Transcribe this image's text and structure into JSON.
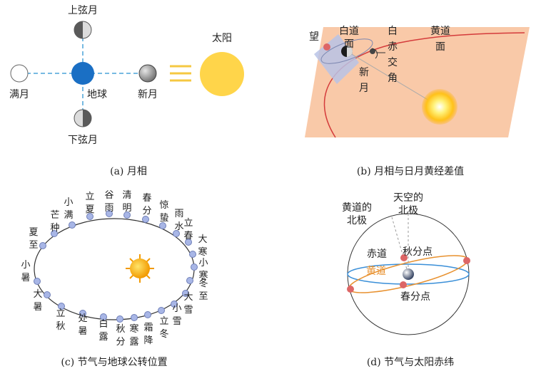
{
  "panels": {
    "a": {
      "caption": "(a) 月相",
      "sun": "太阳",
      "earth": "地球",
      "first_quarter": "上弦月",
      "last_quarter": "下弦月",
      "full_moon": "满月",
      "new_moon": "新月"
    },
    "b": {
      "caption": "(b) 月相与日月黄经差值",
      "wang": "望",
      "lunar_orbit_plane": [
        "白道",
        "面"
      ],
      "bai_chi_angle": [
        "白",
        "赤",
        "交",
        "角"
      ],
      "ecliptic_plane": [
        "黄道",
        "面"
      ],
      "new_moon": [
        "新",
        "月"
      ]
    },
    "c": {
      "caption": "(c) 节气与地球公转位置",
      "solar_terms": [
        {
          "text": [
            "小",
            "满"
          ]
        },
        {
          "text": [
            "立",
            "夏"
          ]
        },
        {
          "text": [
            "谷",
            "雨"
          ]
        },
        {
          "text": [
            "清",
            "明"
          ]
        },
        {
          "text": [
            "春",
            "分"
          ]
        },
        {
          "text": [
            "惊",
            "蛰"
          ]
        },
        {
          "text": [
            "雨",
            "水"
          ]
        },
        {
          "text": [
            "立",
            "春"
          ]
        },
        {
          "text": [
            "大",
            "寒"
          ]
        },
        {
          "text": [
            "小",
            "寒"
          ]
        },
        {
          "text": [
            "冬",
            "至"
          ]
        },
        {
          "text": [
            "大",
            "雪"
          ]
        },
        {
          "text": [
            "小",
            "雪"
          ]
        },
        {
          "text": [
            "立",
            "冬"
          ]
        },
        {
          "text": [
            "霜",
            "降"
          ]
        },
        {
          "text": [
            "寒",
            "露"
          ]
        },
        {
          "text": [
            "秋",
            "分"
          ]
        },
        {
          "text": [
            "白",
            "露"
          ]
        },
        {
          "text": [
            "处",
            "暑"
          ]
        },
        {
          "text": [
            "立",
            "秋"
          ]
        },
        {
          "text": [
            "大",
            "暑"
          ]
        },
        {
          "text": [
            "小",
            "暑"
          ]
        },
        {
          "text": [
            "夏",
            "至"
          ]
        },
        {
          "text": [
            "芒",
            "种"
          ]
        }
      ]
    },
    "d": {
      "caption": "(d) 节气与太阳赤纬",
      "celestial_north_pole": [
        "天空的",
        "北极"
      ],
      "ecliptic_north_pole": [
        "黄道的",
        "北极"
      ],
      "equator": "赤道",
      "ecliptic": "黄道",
      "autumn_equinox": "秋分点",
      "spring_equinox": "春分点"
    }
  },
  "colors": {
    "earth": "#1a6fc4",
    "sun": "#ffd54a",
    "ecliptic_plane": "#f9c9a8",
    "lunar_plane": "#b9c3e6",
    "orbit_red": "#d43b3b",
    "ecliptic_orange": "#e8912f",
    "equator_blue": "#3a8fd8",
    "term_dot": "#a8b6e6"
  }
}
